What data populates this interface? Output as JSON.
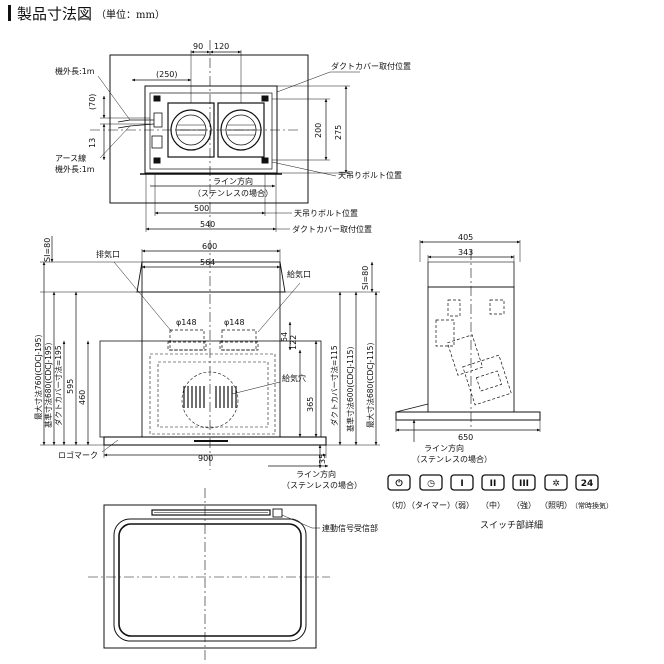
{
  "title": {
    "main": "製品寸法図",
    "unit": "（単位：mm）"
  },
  "top_view": {
    "dim_90": "90",
    "dim_120": "120",
    "dim_250": "(250)",
    "dim_70": "(70)",
    "dim_13": "13",
    "dim_200": "200",
    "dim_275": "275",
    "dim_500": "500",
    "dim_540": "540",
    "label_cord": "機外長:1m",
    "label_earth": "アース線",
    "label_cord2": "機外長:1m",
    "label_duct_cover": "ダクトカバー取付位置",
    "label_ceiling_bolt": "天吊りボルト位置",
    "label_line_dir": "ライン方向",
    "label_stainless": "（ステンレスの場合）",
    "label_bolt_500": "天吊りボルト位置",
    "label_duct_540": "ダクトカバー取付位置"
  },
  "front_view": {
    "dim_600": "600",
    "dim_564": "564",
    "dim_900": "900",
    "dim_s80_left": "SI=80",
    "dim_s80_right": "SI=80",
    "dim_148a": "φ148",
    "dim_148b": "φ148",
    "dim_54": "54",
    "dim_122": "122",
    "dim_365": "365",
    "dim_35": "35",
    "dim_595": "595",
    "dim_460": "460",
    "vert_max760": "最大寸法760(CDCJ-195)",
    "vert_std680": "基準寸法680(CDCJ-195)",
    "vert_duct195": "ダクトカバー寸法=195",
    "vert_duct115": "ダクトカバー寸法=115",
    "vert_std600": "基準寸法600(CDCJ-115)",
    "vert_max680": "最大寸法680(CDCJ-115)",
    "label_exhaust": "排気口",
    "label_intake": "給気口",
    "label_intake_hole": "給気穴",
    "label_logo": "ロゴマーク",
    "label_line_dir": "ライン方向",
    "label_stainless": "（ステンレスの場合）"
  },
  "side_view": {
    "dim_405": "405",
    "dim_343": "343",
    "dim_650": "650",
    "label_line_dir": "ライン方向",
    "label_stainless": "（ステンレスの場合）"
  },
  "switch_panel": {
    "title": "スイッチ部詳細",
    "buttons": [
      {
        "icon": "⏻",
        "label": "（切）"
      },
      {
        "icon": "◷",
        "label": "（タイマー）"
      },
      {
        "icon": "I",
        "label": "（弱）"
      },
      {
        "icon": "II",
        "label": "（中）"
      },
      {
        "icon": "III",
        "label": "（強）"
      },
      {
        "icon": "✲",
        "label": "（照明）"
      },
      {
        "icon": "24",
        "label": "（常時換気）"
      }
    ]
  },
  "bottom_view": {
    "label_receiver": "連動信号受信部"
  }
}
